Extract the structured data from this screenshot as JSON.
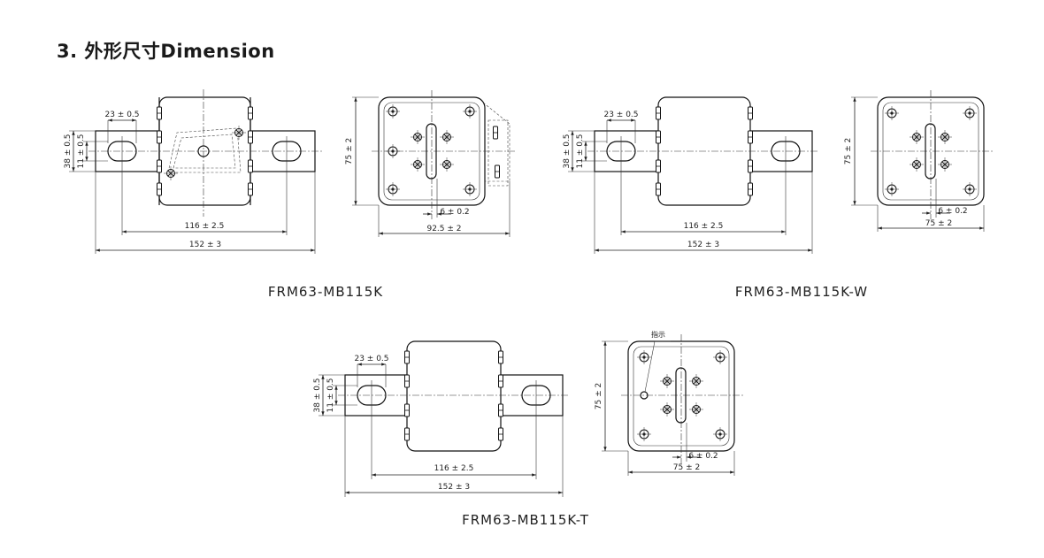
{
  "section_title": "3. 外形尺寸Dimension",
  "models": [
    {
      "caption": "FRM63-MB115K",
      "front_dims": {
        "slot_width": "23 ± 0.5",
        "height_outer": "38 ± 0.5",
        "height_inner": "11 ± 0.5",
        "body_length": "116 ± 2.5",
        "total_length": "152 ± 3"
      },
      "end_dims": {
        "height": "75 ± 2",
        "offset": "6 ± 0.2",
        "width": "92.5 ± 2"
      }
    },
    {
      "caption": "FRM63-MB115K-W",
      "front_dims": {
        "slot_width": "23 ± 0.5",
        "height_outer": "38 ± 0.5",
        "height_inner": "11 ± 0.5",
        "body_length": "116 ± 2.5",
        "total_length": "152 ± 3"
      },
      "end_dims": {
        "height": "75 ± 2",
        "offset": "6 ± 0.2",
        "width": "75 ± 2"
      }
    },
    {
      "caption": "FRM63-MB115K-T",
      "front_dims": {
        "slot_width": "23 ± 0.5",
        "height_outer": "38 ± 0.5",
        "height_inner": "11 ± 0.5",
        "body_length": "116 ± 2.5",
        "total_length": "152 ± 3"
      },
      "end_dims": {
        "height": "75 ± 2",
        "offset": "6 ± 0.2",
        "width": "75 ± 2",
        "indicator_label": "指示"
      }
    }
  ]
}
